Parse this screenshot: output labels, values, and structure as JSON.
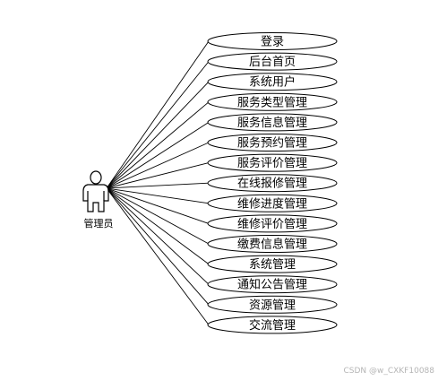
{
  "actor": {
    "label": "管理员"
  },
  "use_cases": [
    "登录",
    "后台首页",
    "系统用户",
    "服务类型管理",
    "服务信息管理",
    "服务预约管理",
    "服务评价管理",
    "在线报修管理",
    "维修进度管理",
    "维修评价管理",
    "缴费信息管理",
    "系统管理",
    "通知公告管理",
    "资源管理",
    "交流管理"
  ],
  "watermark": "CSDN @w_CXKF10088"
}
